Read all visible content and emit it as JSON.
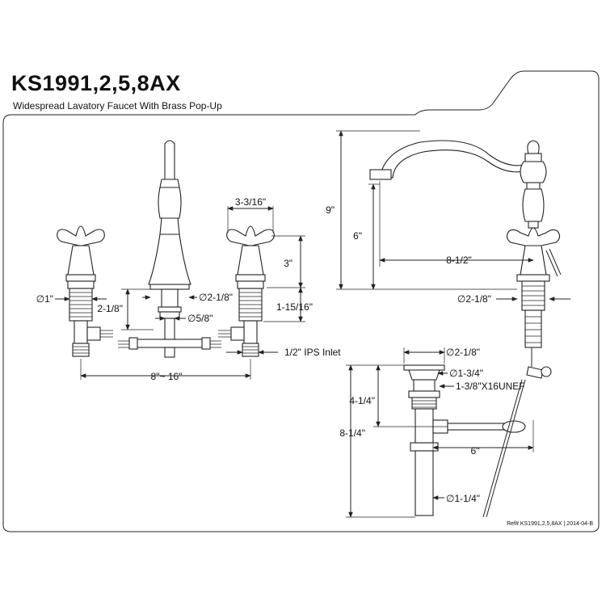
{
  "header": {
    "model_number": "KS1991,2,5,8AX",
    "description": "Widespread Lavatory Faucet With Brass Pop-Up"
  },
  "dimensions": {
    "handle_width": "3-3/16\"",
    "handle_height": "3\"",
    "shank_diameter": "∅1\"",
    "spout_base_diameter": "∅2-1/8\"",
    "spout_base_height": "2-1/8\"",
    "spout_shank_diameter": "∅5/8\"",
    "valve_shank_length": "1-15/16\"",
    "inlet": "1/2\" IPS Inlet",
    "spread": "8\"~ 16\"",
    "overall_height": "9\"",
    "spout_height": "6\"",
    "spout_reach": "8-1/2\"",
    "side_base_diameter": "∅2-1/8\"",
    "popup_flange_diameter": "∅2-1/8\"",
    "popup_body_diameter": "∅1-3/4\"",
    "popup_thread": "1-3/8\"X16UNEF",
    "popup_upper_length": "4-1/4\"",
    "popup_total_length": "8-1/4\"",
    "lift_rod_reach": "6\"",
    "tailpiece_diameter": "∅1-1/4\""
  },
  "footer": {
    "reference": "Ref# KS1991,2,5,8AX | 2014-04-B"
  }
}
